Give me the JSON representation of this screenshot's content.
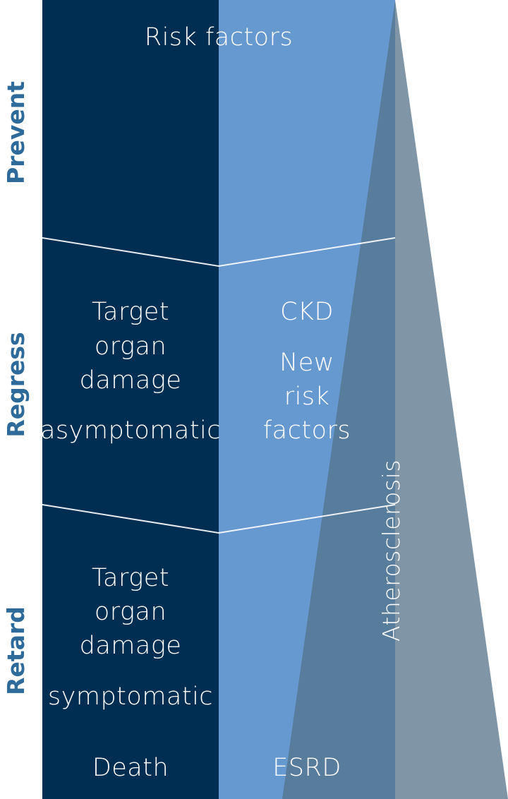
{
  "top": {
    "risk_factors": "Risk factors"
  },
  "stages": {
    "prevent": "Prevent",
    "regress": "Regress",
    "retard": "Retard"
  },
  "regress_left": {
    "line1": "Target",
    "line2": "organ",
    "line3": "damage",
    "line4": "asymptomatic"
  },
  "regress_right": {
    "ckd": "CKD",
    "line1": "New",
    "line2": "risk",
    "line3": "factors"
  },
  "retard_left": {
    "line1": "Target",
    "line2": "organ",
    "line3": "damage",
    "line4": "symptomatic"
  },
  "bottom": {
    "death": "Death",
    "esrd": "ESRD"
  },
  "wedge": {
    "label": "Atherosclerosis"
  },
  "colors": {
    "dark_column": "#002e52",
    "light_column": "#6799d1",
    "wedge": "#537188",
    "stage_labels": "#2e6b9a"
  }
}
